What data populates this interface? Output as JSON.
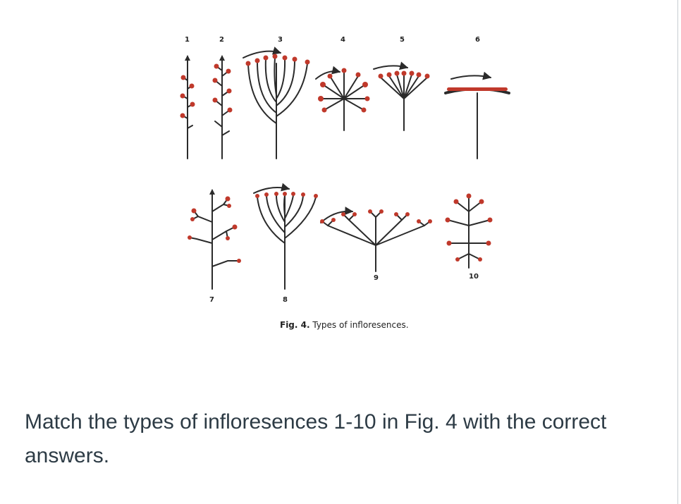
{
  "figure": {
    "labels": [
      "1",
      "2",
      "3",
      "4",
      "5",
      "6",
      "7",
      "8",
      "9",
      "10"
    ],
    "caption_bold": "Fig. 4.",
    "caption_text": " Types of infloresences.",
    "flower_color": "#c0392b",
    "stem_color": "#2b2b2b"
  },
  "question": {
    "text": "Match the types of infloresences 1-10 in Fig. 4 with the correct answers."
  }
}
